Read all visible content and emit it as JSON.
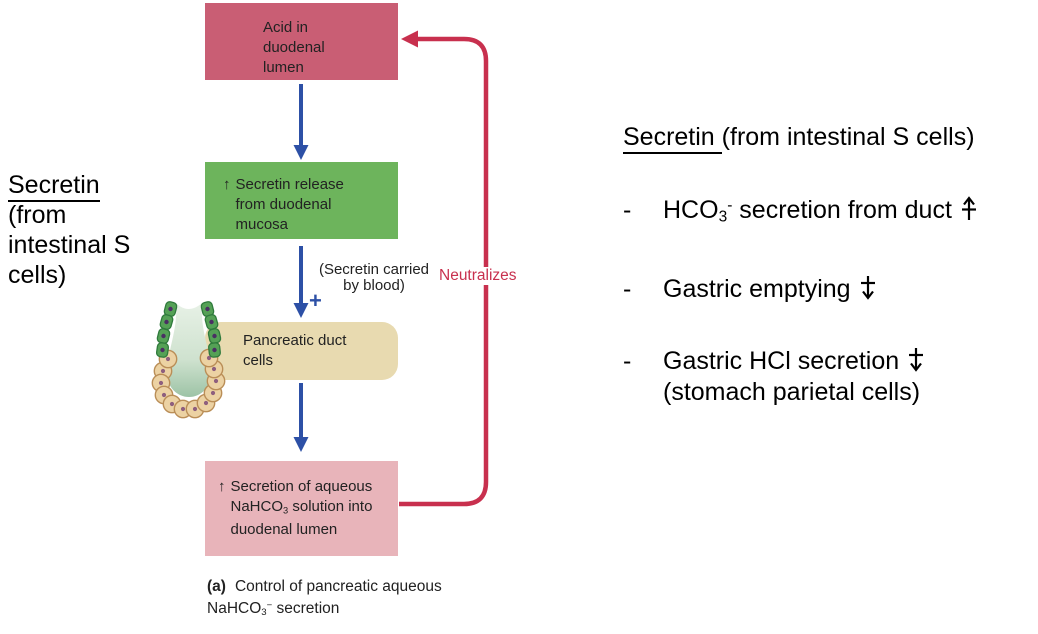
{
  "figure": {
    "side_label": {
      "title": "Secretin",
      "lines": [
        "(from",
        "intestinal S",
        "cells)"
      ]
    },
    "boxes": {
      "acid": {
        "lines": [
          "Acid in",
          "duodenal",
          "lumen"
        ]
      },
      "release": {
        "up_arrow": "↑",
        "lines": [
          "Secretin release",
          "from duodenal",
          "mucosa"
        ]
      },
      "duct": {
        "lines": [
          "Pancreatic duct",
          "cells"
        ]
      },
      "secretion": {
        "up_arrow": "↑",
        "line1": "Secretion of aqueous",
        "line2_pre": "NaHCO",
        "line2_sub": "3",
        "line2_post": " solution into",
        "line3": "duodenal lumen"
      }
    },
    "labels": {
      "carried_line1": "(Secretin carried",
      "carried_line2": "by blood)",
      "plus": "+",
      "neutralizes": "Neutralizes"
    },
    "caption": {
      "tag": "(a)",
      "line1": "Control of pancreatic aqueous",
      "line2_pre": "NaHCO",
      "line2_sub": "3",
      "line2_sup": "−",
      "line2_post": " secretion"
    }
  },
  "notes": {
    "heading_underlined": "Secretin ",
    "heading_rest": "(from intestinal S cells)",
    "bullets": [
      {
        "dash": "-",
        "pre": "HCO",
        "sub": "3",
        "sup": "-",
        "post": " secretion from duct",
        "arrow": "increase"
      },
      {
        "dash": "-",
        "text": "Gastric emptying",
        "arrow": "decrease"
      },
      {
        "dash": "-",
        "text": "Gastric HCl secretion",
        "arrow": "decrease",
        "note": "(stomach parietal cells)"
      }
    ]
  },
  "colors": {
    "acid_box": "#c95e74",
    "release_box": "#6db45c",
    "duct_box": "#e8dab0",
    "secretion_box": "#e8b4ba",
    "flow_arrow_blue": "#2d50a6",
    "feedback_red": "#c8304e",
    "box_text": "#222222",
    "note_text": "#000000"
  }
}
